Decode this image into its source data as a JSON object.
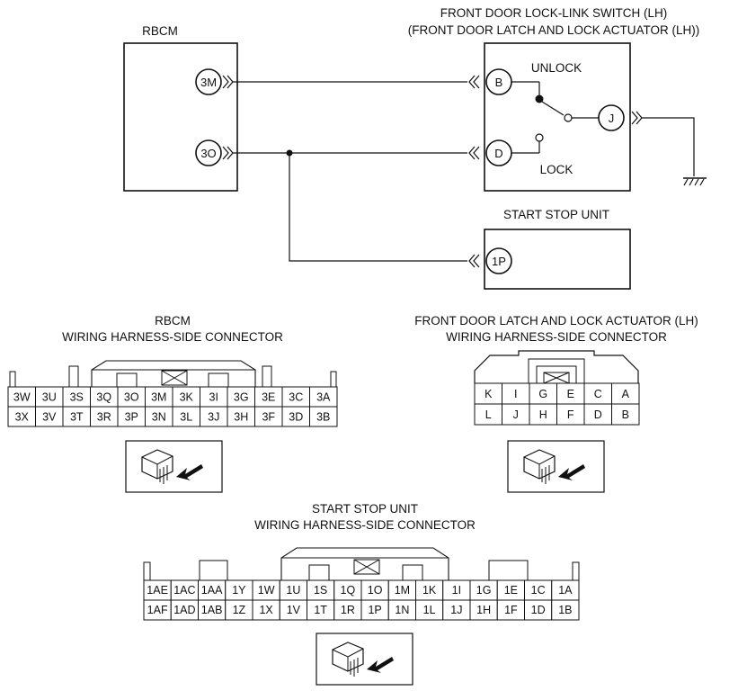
{
  "schematic": {
    "rbcm_label": "RBCM",
    "switch_title_line1": "FRONT DOOR LOCK-LINK SWITCH (LH)",
    "switch_title_line2": "(FRONT DOOR LATCH AND LOCK ACTUATOR (LH))",
    "rbcm_pin_upper": "3M",
    "rbcm_pin_lower": "3O",
    "switch_pin_b": "B",
    "switch_pin_d": "D",
    "switch_pin_j": "J",
    "unlock_label": "UNLOCK",
    "lock_label": "LOCK",
    "start_stop_label": "START STOP UNIT",
    "start_stop_pin": "1P"
  },
  "rbcm_connector": {
    "title_line1": "RBCM",
    "title_line2": "WIRING HARNESS-SIDE CONNECTOR",
    "top_row": [
      "3W",
      "3U",
      "3S",
      "3Q",
      "3O",
      "3M",
      "3K",
      "3I",
      "3G",
      "3E",
      "3C",
      "3A"
    ],
    "bottom_row": [
      "3X",
      "3V",
      "3T",
      "3R",
      "3P",
      "3N",
      "3L",
      "3J",
      "3H",
      "3F",
      "3D",
      "3B"
    ]
  },
  "actuator_connector": {
    "title_line1": "FRONT DOOR LATCH AND LOCK ACTUATOR (LH)",
    "title_line2": "WIRING HARNESS-SIDE CONNECTOR",
    "top_row": [
      "K",
      "I",
      "G",
      "E",
      "C",
      "A"
    ],
    "bottom_row": [
      "L",
      "J",
      "H",
      "F",
      "D",
      "B"
    ]
  },
  "ssu_connector": {
    "title_line1": "START STOP UNIT",
    "title_line2": "WIRING HARNESS-SIDE CONNECTOR",
    "top_row": [
      "1AE",
      "1AC",
      "1AA",
      "1Y",
      "1W",
      "1U",
      "1S",
      "1Q",
      "1O",
      "1M",
      "1K",
      "1I",
      "1G",
      "1E",
      "1C",
      "1A"
    ],
    "bottom_row": [
      "1AF",
      "1AD",
      "1AB",
      "1Z",
      "1X",
      "1V",
      "1T",
      "1R",
      "1P",
      "1N",
      "1L",
      "1J",
      "1H",
      "1F",
      "1D",
      "1B"
    ]
  }
}
